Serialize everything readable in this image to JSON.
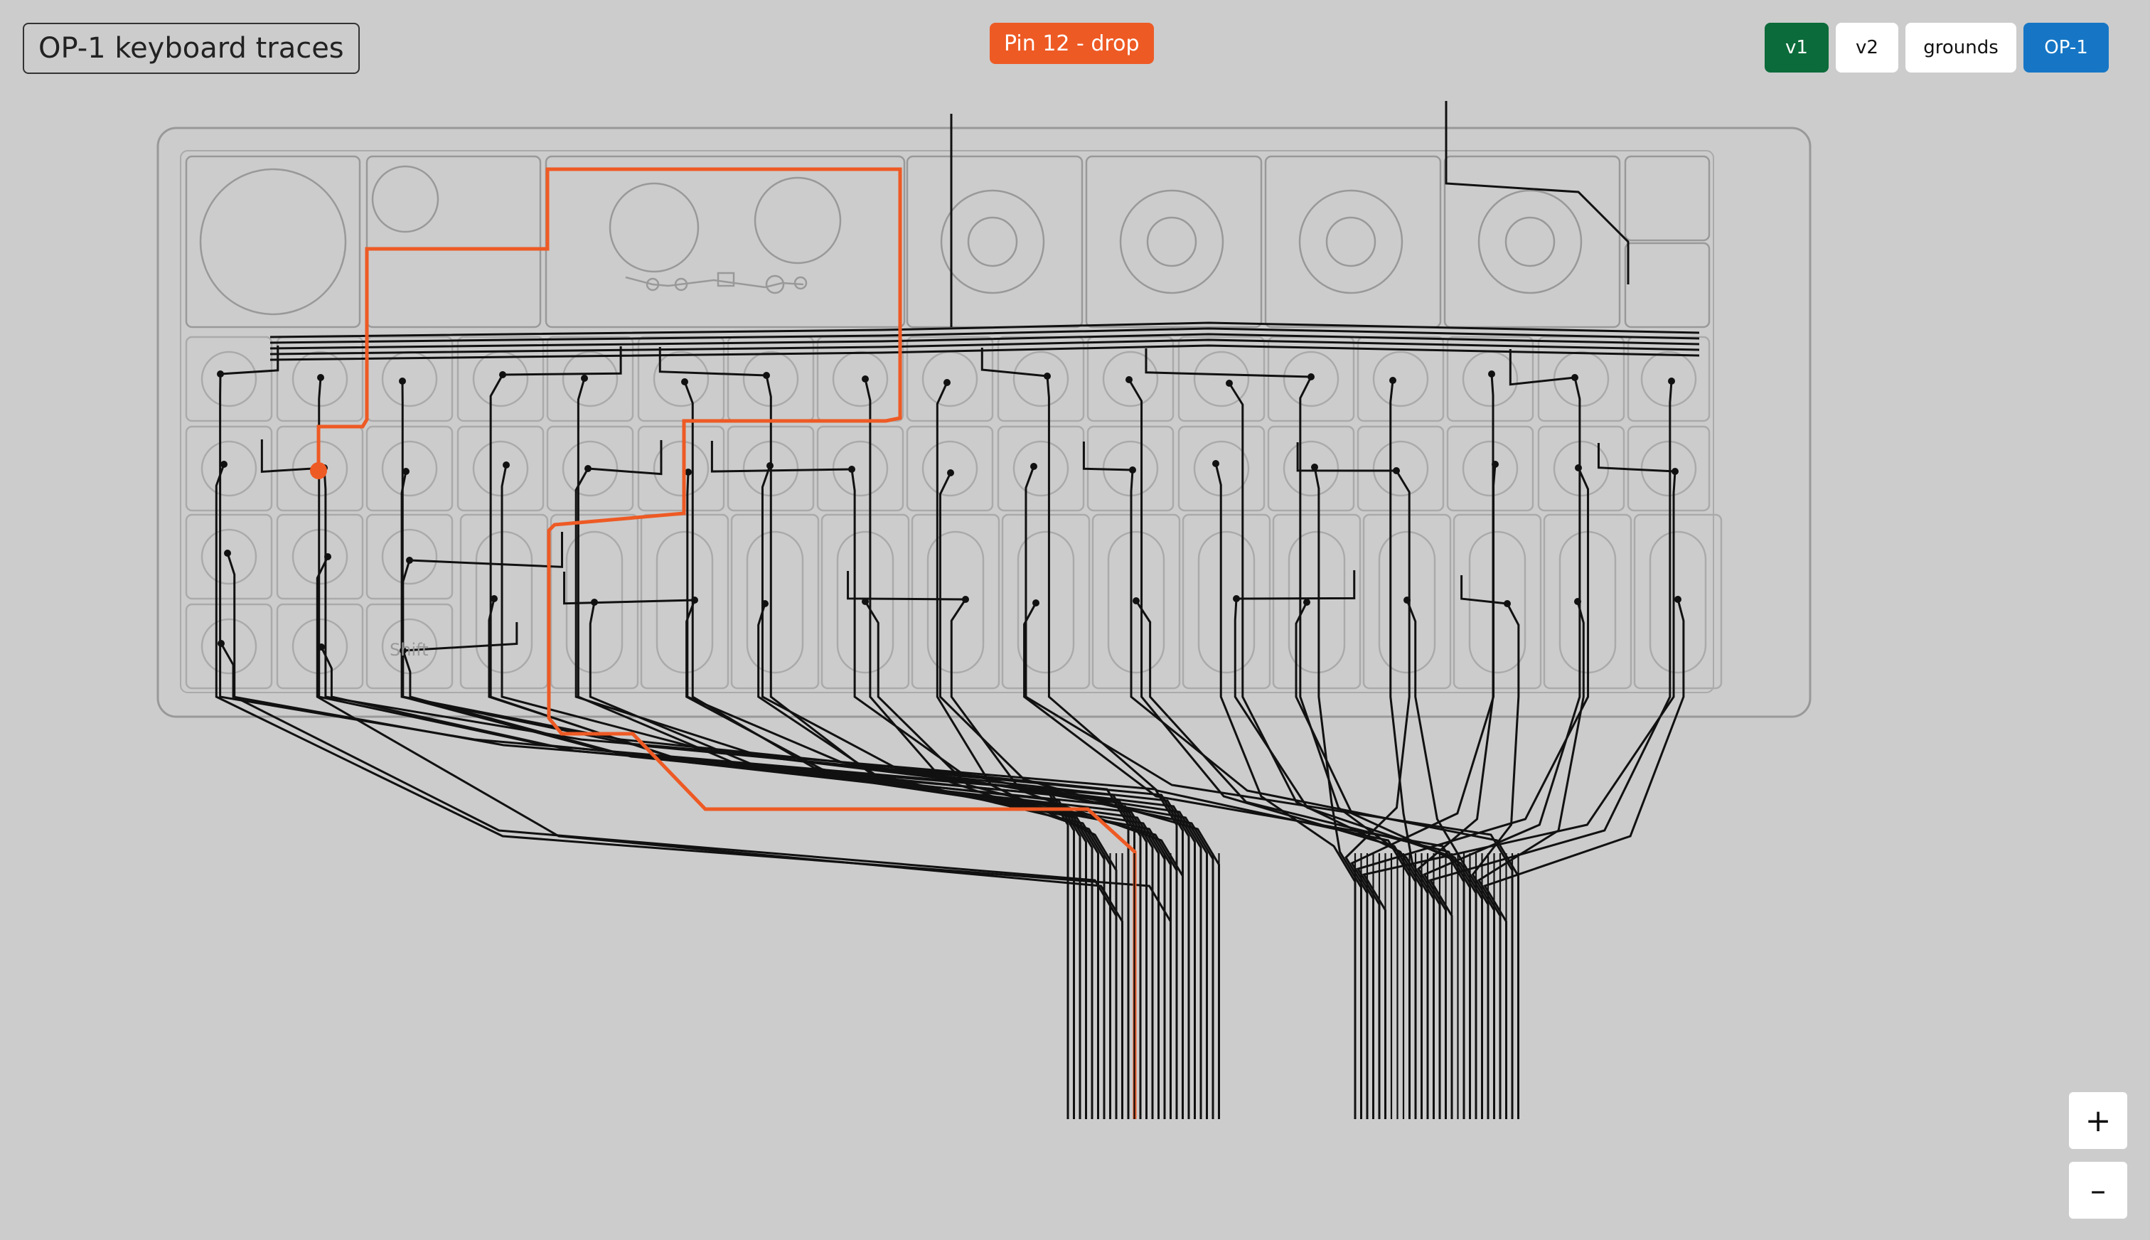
{
  "header": {
    "title": "OP-1 keyboard traces",
    "active_pin": "Pin 12 - drop"
  },
  "toolbar": {
    "v1_label": "v1",
    "v2_label": "v2",
    "grounds_label": "grounds",
    "op1_label": "OP-1"
  },
  "zoom": {
    "in_label": "+",
    "out_label": "–"
  },
  "colors": {
    "background": "#cccccc",
    "trace": "#111111",
    "highlight": "#ee5a24",
    "outline": "#999999",
    "v1_active": "#0b6b3a",
    "op1_active": "#1676c5"
  },
  "highlighted_pin": 12,
  "key_legends": [
    "Shift"
  ]
}
